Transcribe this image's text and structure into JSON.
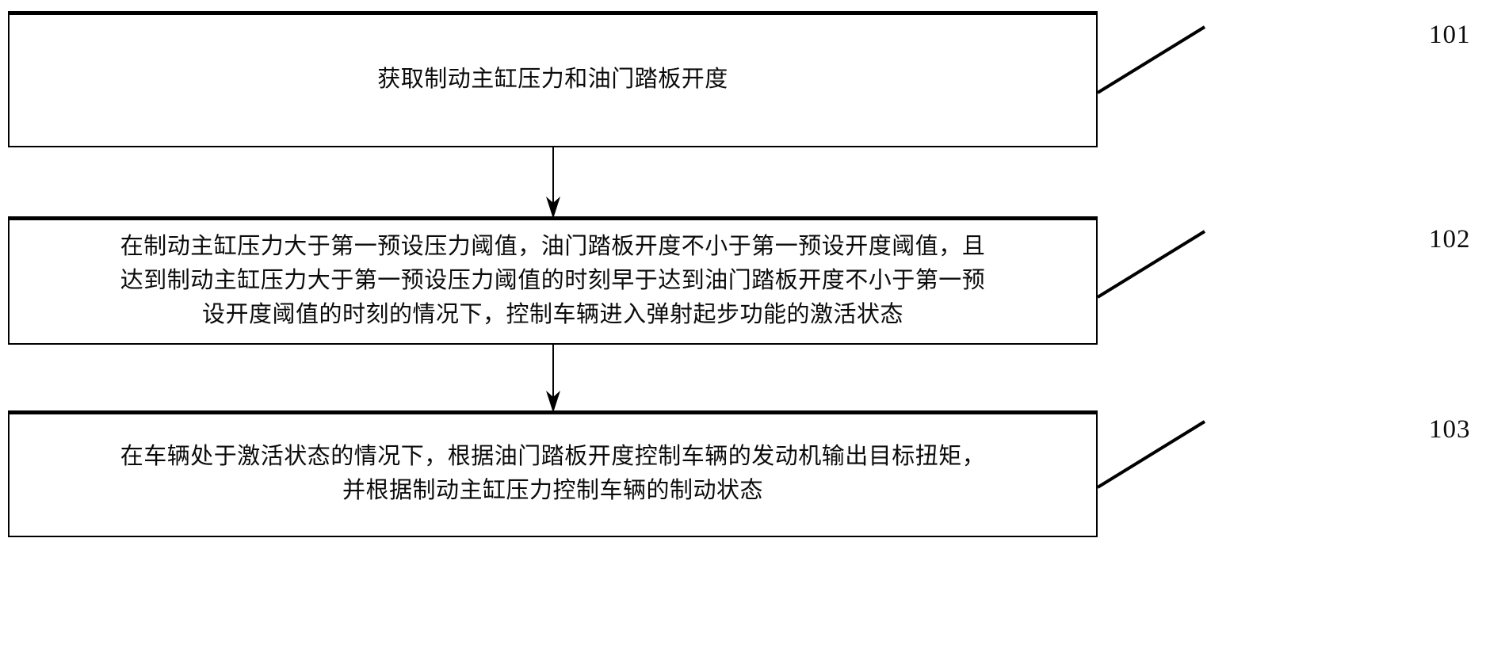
{
  "figure": {
    "type": "flowchart",
    "orientation": "vertical",
    "steps": [
      {
        "ref": "101",
        "text": "获取制动主缸压力和油门踏板开度"
      },
      {
        "ref": "102",
        "text": "在制动主缸压力大于第一预设压力阈值，油门踏板开度不小于第一预设开度阈值，且\n达到制动主缸压力大于第一预设压力阈值的时刻早于达到油门踏板开度不小于第一预\n设开度阈值的时刻的情况下，控制车辆进入弹射起步功能的激活状态"
      },
      {
        "ref": "103",
        "text": "在车辆处于激活状态的情况下，根据油门踏板开度控制车辆的发动机输出目标扭矩，\n并根据制动主缸压力控制车辆的制动状态"
      }
    ],
    "connectors": [
      {
        "from": "101",
        "to": "102",
        "style": "arrow-down"
      },
      {
        "from": "102",
        "to": "103",
        "style": "arrow-down"
      }
    ],
    "colors": {
      "stroke": "#000000",
      "background": "#ffffff",
      "text": "#0b0b0b"
    }
  }
}
